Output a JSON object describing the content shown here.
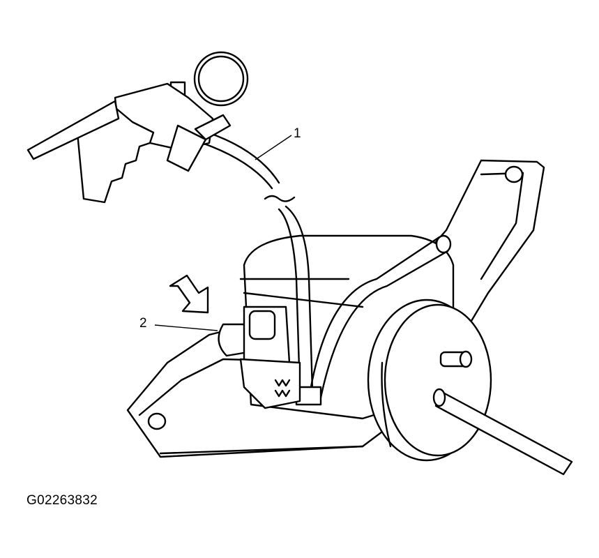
{
  "callouts": {
    "hose": "1",
    "solenoid": "2"
  },
  "figure_id": "G02263832",
  "icons": [
    "vacuum-pump-gauge",
    "vacuum-hose",
    "solenoid-valve",
    "actuator",
    "direction-arrow"
  ]
}
